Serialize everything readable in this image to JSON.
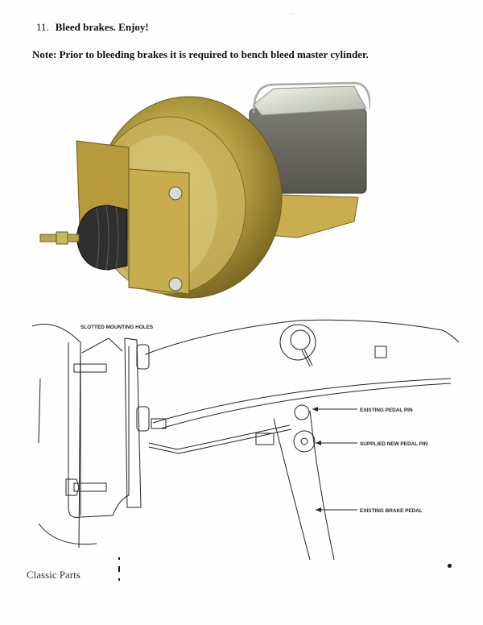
{
  "document": {
    "step": {
      "number": "11.",
      "text": "Bleed brakes. Enjoy!"
    },
    "note": "Note: Prior to bleeding brakes it is required to bench bleed master cylinder.",
    "photo": {
      "subject": "Power brake booster with master cylinder and mounting bracket",
      "colors": {
        "booster": "#b8a243",
        "master_cylinder": "#6b6962",
        "boot": "#2e2e2e"
      }
    },
    "diagram": {
      "labels": {
        "slotted_holes": "SLOTTED MOUNTING HOLES",
        "existing_pin": "EXISTING PEDAL PIN",
        "new_pin": "SUPPLIED NEW PEDAL PIN",
        "brake_pedal": "EXISTING BRAKE PEDAL"
      }
    },
    "footer": {
      "brand": "Classic Parts"
    }
  }
}
